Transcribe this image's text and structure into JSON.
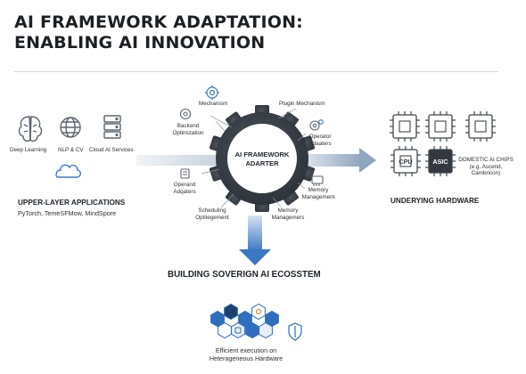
{
  "title_line1": "AI FRAMEWORK ADAPTATION:",
  "title_line2": "ENABLING AI INNOVATION",
  "left": {
    "icons": [
      {
        "name": "brain-icon",
        "label": "Deep Learning"
      },
      {
        "name": "globe-icon",
        "label": "NLP & CV"
      },
      {
        "name": "server-icon",
        "label": "Cloud AI Services"
      }
    ],
    "cloud_icon": "cloud-icon",
    "heading": "UPPER-LAYER APPLICATIONS",
    "subheading": "PyTorch, TemeSFMow, MindSpore"
  },
  "center": {
    "gear_label_line1": "AI FRAMEWORK",
    "gear_label_line2": "ADARTER",
    "callouts": {
      "mechanism": "Mechanism",
      "plugin": "Plugin Mechanism",
      "backend_1": "Backend",
      "backend_2": "Optimization",
      "operator_1": "Operator",
      "operator_2": "Adaaters",
      "operand_1": "Operand",
      "operand_2": "Adqaters",
      "memory_1": "Memory",
      "memory_2": "Management",
      "scheduling_1": "Scheduling",
      "scheduling_2": "Optilegement",
      "memmgr_1": "Memory",
      "memmgr_2": "Managemers"
    }
  },
  "right": {
    "chip_cpu": "CPU",
    "chip_asic": "ASIC",
    "domestic_1": "DOMESTIC AI CHIPS",
    "domestic_2": "(e.g. Ascend,",
    "domestic_3": "Cambricon)",
    "heading": "UNDERYING HARDWARE"
  },
  "bottom": {
    "heading": "BUILDING SOVERIGN AI ECOSSTEM",
    "caption_1": "Efficient execution on",
    "caption_2": "Heterageneous Hardware"
  },
  "colors": {
    "accent_blue": "#2f6fbd",
    "gear_dark": "#33393f",
    "arrow_gray": "#b9c7d6",
    "icon_gray": "#5d6670"
  }
}
